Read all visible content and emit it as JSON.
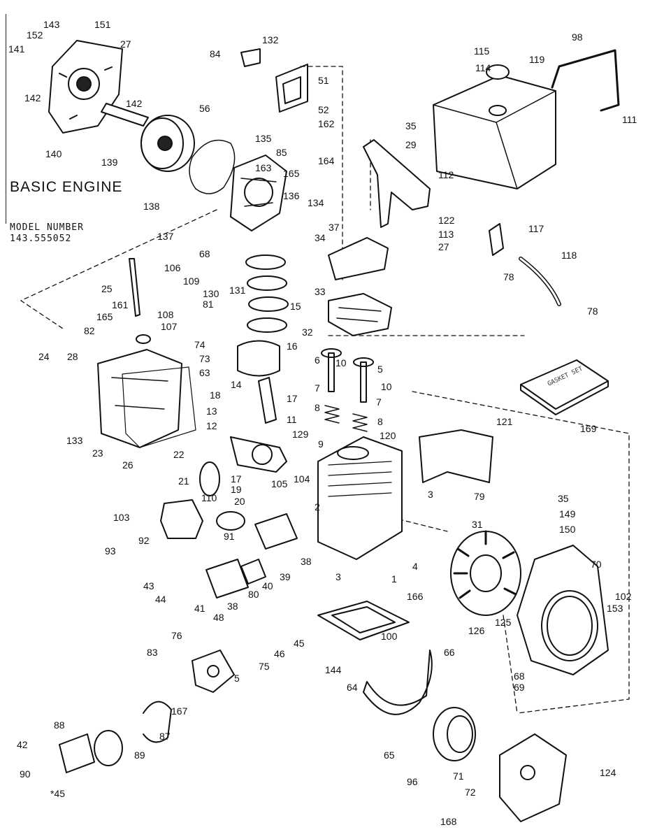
{
  "diagram": {
    "title": "BASIC ENGINE",
    "model_label": "MODEL NUMBER",
    "model_number": "143.555052",
    "gasket_set_text": "GASKET SET",
    "callouts": [
      {
        "id": "c143",
        "text": "143"
      },
      {
        "id": "c151",
        "text": "151"
      },
      {
        "id": "c152",
        "text": "152"
      },
      {
        "id": "c27a",
        "text": "27"
      },
      {
        "id": "c141",
        "text": "141"
      },
      {
        "id": "c142a",
        "text": "142"
      },
      {
        "id": "c142b",
        "text": "142"
      },
      {
        "id": "c140",
        "text": "140"
      },
      {
        "id": "c139",
        "text": "139"
      },
      {
        "id": "c132",
        "text": "132"
      },
      {
        "id": "c84",
        "text": "84"
      },
      {
        "id": "c51",
        "text": "51"
      },
      {
        "id": "c56",
        "text": "56"
      },
      {
        "id": "c52",
        "text": "52"
      },
      {
        "id": "c162",
        "text": "162"
      },
      {
        "id": "c135",
        "text": "135"
      },
      {
        "id": "c85",
        "text": "85"
      },
      {
        "id": "c163",
        "text": "163"
      },
      {
        "id": "c164",
        "text": "164"
      },
      {
        "id": "c165a",
        "text": "165"
      },
      {
        "id": "c138",
        "text": "138"
      },
      {
        "id": "c136",
        "text": "136"
      },
      {
        "id": "c134",
        "text": "134"
      },
      {
        "id": "c137",
        "text": "137"
      },
      {
        "id": "c68a",
        "text": "68"
      },
      {
        "id": "c115",
        "text": "115"
      },
      {
        "id": "c114",
        "text": "114"
      },
      {
        "id": "c119",
        "text": "119"
      },
      {
        "id": "c98",
        "text": "98"
      },
      {
        "id": "c111",
        "text": "111"
      },
      {
        "id": "c35a",
        "text": "35"
      },
      {
        "id": "c29",
        "text": "29"
      },
      {
        "id": "c112",
        "text": "112"
      },
      {
        "id": "c122",
        "text": "122"
      },
      {
        "id": "c113",
        "text": "113"
      },
      {
        "id": "c27b",
        "text": "27"
      },
      {
        "id": "c117",
        "text": "117"
      },
      {
        "id": "c118",
        "text": "118"
      },
      {
        "id": "c78a",
        "text": "78"
      },
      {
        "id": "c78b",
        "text": "78"
      },
      {
        "id": "c37",
        "text": "37"
      },
      {
        "id": "c34",
        "text": "34"
      },
      {
        "id": "c33",
        "text": "33"
      },
      {
        "id": "c32",
        "text": "32"
      },
      {
        "id": "c106",
        "text": "106"
      },
      {
        "id": "c109",
        "text": "109"
      },
      {
        "id": "c130",
        "text": "130"
      },
      {
        "id": "c131",
        "text": "131"
      },
      {
        "id": "c15",
        "text": "15"
      },
      {
        "id": "c81",
        "text": "81"
      },
      {
        "id": "c25",
        "text": "25"
      },
      {
        "id": "c161",
        "text": "161"
      },
      {
        "id": "c108",
        "text": "108"
      },
      {
        "id": "c107",
        "text": "107"
      },
      {
        "id": "c165b",
        "text": "165"
      },
      {
        "id": "c82",
        "text": "82"
      },
      {
        "id": "c74",
        "text": "74"
      },
      {
        "id": "c73",
        "text": "73"
      },
      {
        "id": "c63",
        "text": "63"
      },
      {
        "id": "c24",
        "text": "24"
      },
      {
        "id": "c28",
        "text": "28"
      },
      {
        "id": "c16",
        "text": "16"
      },
      {
        "id": "c14",
        "text": "14"
      },
      {
        "id": "c6",
        "text": "6"
      },
      {
        "id": "c10a",
        "text": "10"
      },
      {
        "id": "c5a",
        "text": "5"
      },
      {
        "id": "c10b",
        "text": "10"
      },
      {
        "id": "c7a",
        "text": "7"
      },
      {
        "id": "c7b",
        "text": "7"
      },
      {
        "id": "c8a",
        "text": "8"
      },
      {
        "id": "c8b",
        "text": "8"
      },
      {
        "id": "c9",
        "text": "9"
      },
      {
        "id": "c169",
        "text": "169"
      },
      {
        "id": "c18",
        "text": "18"
      },
      {
        "id": "c17a",
        "text": "17"
      },
      {
        "id": "c13",
        "text": "13"
      },
      {
        "id": "c11",
        "text": "11"
      },
      {
        "id": "c12",
        "text": "12"
      },
      {
        "id": "c129",
        "text": "129"
      },
      {
        "id": "c120",
        "text": "120"
      },
      {
        "id": "c121",
        "text": "121"
      },
      {
        "id": "c133",
        "text": "133"
      },
      {
        "id": "c23",
        "text": "23"
      },
      {
        "id": "c26",
        "text": "26"
      },
      {
        "id": "c22",
        "text": "22"
      },
      {
        "id": "c21",
        "text": "21"
      },
      {
        "id": "c17b",
        "text": "17"
      },
      {
        "id": "c19",
        "text": "19"
      },
      {
        "id": "c105",
        "text": "105"
      },
      {
        "id": "c104",
        "text": "104"
      },
      {
        "id": "c110",
        "text": "110"
      },
      {
        "id": "c20",
        "text": "20"
      },
      {
        "id": "c2",
        "text": "2"
      },
      {
        "id": "c3a",
        "text": "3"
      },
      {
        "id": "c79",
        "text": "79"
      },
      {
        "id": "c35b",
        "text": "35"
      },
      {
        "id": "c149",
        "text": "149"
      },
      {
        "id": "c31",
        "text": "31"
      },
      {
        "id": "c150",
        "text": "150"
      },
      {
        "id": "c103",
        "text": "103"
      },
      {
        "id": "c92",
        "text": "92"
      },
      {
        "id": "c91",
        "text": "91"
      },
      {
        "id": "c93",
        "text": "93"
      },
      {
        "id": "c38a",
        "text": "38"
      },
      {
        "id": "c39",
        "text": "39"
      },
      {
        "id": "c40",
        "text": "40"
      },
      {
        "id": "c43",
        "text": "43"
      },
      {
        "id": "c3b",
        "text": "3"
      },
      {
        "id": "c1",
        "text": "1"
      },
      {
        "id": "c4",
        "text": "4"
      },
      {
        "id": "c70",
        "text": "70"
      },
      {
        "id": "c166",
        "text": "166"
      },
      {
        "id": "c102",
        "text": "102"
      },
      {
        "id": "c153",
        "text": "153"
      },
      {
        "id": "c44",
        "text": "44"
      },
      {
        "id": "c38b",
        "text": "38"
      },
      {
        "id": "c80",
        "text": "80"
      },
      {
        "id": "c41",
        "text": "41"
      },
      {
        "id": "c48",
        "text": "48"
      },
      {
        "id": "c45a",
        "text": "45"
      },
      {
        "id": "c46",
        "text": "46"
      },
      {
        "id": "c75",
        "text": "75"
      },
      {
        "id": "c76",
        "text": "76"
      },
      {
        "id": "c100",
        "text": "100"
      },
      {
        "id": "c144",
        "text": "144"
      },
      {
        "id": "c126",
        "text": "126"
      },
      {
        "id": "c125",
        "text": "125"
      },
      {
        "id": "c66",
        "text": "66"
      },
      {
        "id": "c68b",
        "text": "68"
      },
      {
        "id": "c69",
        "text": "69"
      },
      {
        "id": "c83",
        "text": "83"
      },
      {
        "id": "c5b",
        "text": "5"
      },
      {
        "id": "c167",
        "text": "167"
      },
      {
        "id": "c64",
        "text": "64"
      },
      {
        "id": "c87",
        "text": "87"
      },
      {
        "id": "c88",
        "text": "88"
      },
      {
        "id": "c89",
        "text": "89"
      },
      {
        "id": "c42",
        "text": "42"
      },
      {
        "id": "c90",
        "text": "90"
      },
      {
        "id": "c45b",
        "text": "*45"
      },
      {
        "id": "c65",
        "text": "65"
      },
      {
        "id": "c96",
        "text": "96"
      },
      {
        "id": "c71",
        "text": "71"
      },
      {
        "id": "c72",
        "text": "72"
      },
      {
        "id": "c124",
        "text": "124"
      },
      {
        "id": "c168",
        "text": "168"
      }
    ]
  }
}
